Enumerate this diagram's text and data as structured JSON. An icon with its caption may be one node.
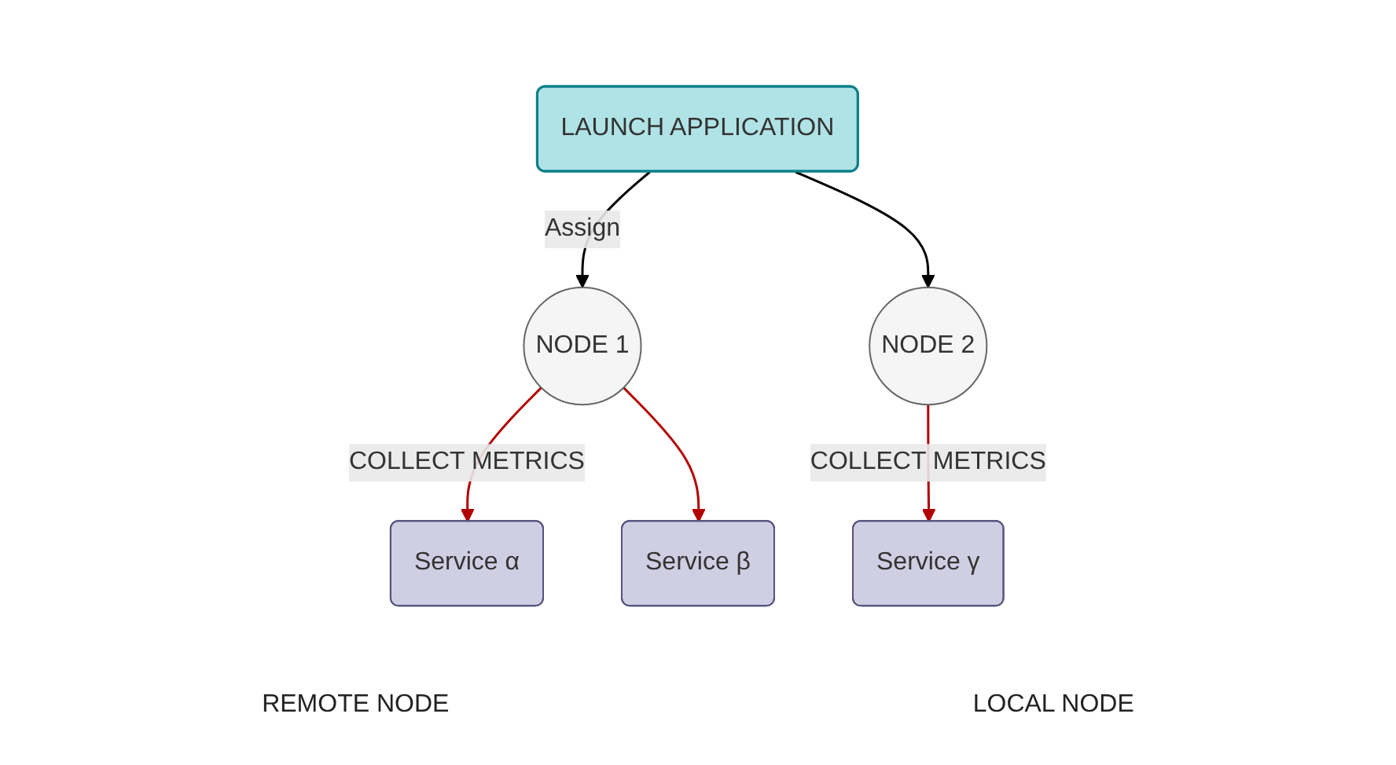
{
  "diagram": {
    "nodes": [
      {
        "text": [
          "LAUNCH APPLICATION"
        ]
      },
      {
        "text": [
          "Service α"
        ]
      },
      {
        "text": [
          "Service β"
        ]
      },
      {
        "text": [
          "Service γ"
        ]
      },
      {
        "text": [
          "NODE 1"
        ]
      },
      {
        "text": [
          "NODE 2"
        ]
      }
    ],
    "labels": [
      "REMOTE NODE",
      "LOCAL NODE"
    ],
    "edges": [
      {
        "from": 0,
        "to": 4,
        "arrow": "to",
        "label": "Assign",
        "color": "#000000"
      },
      {
        "from": 0,
        "to": 5,
        "arrow": "to",
        "color": "#000000"
      },
      {
        "from": 4,
        "to": 1,
        "arrow": "to",
        "color": "#b20000",
        "label": "COLLECT METRICS"
      },
      {
        "from": 4,
        "to": 2,
        "arrow": "to",
        "color": "#b20000"
      },
      {
        "from": 5,
        "to": 3,
        "arrow": "to",
        "color": "#b20000",
        "label": "COLLECT METRICS"
      }
    ]
  }
}
